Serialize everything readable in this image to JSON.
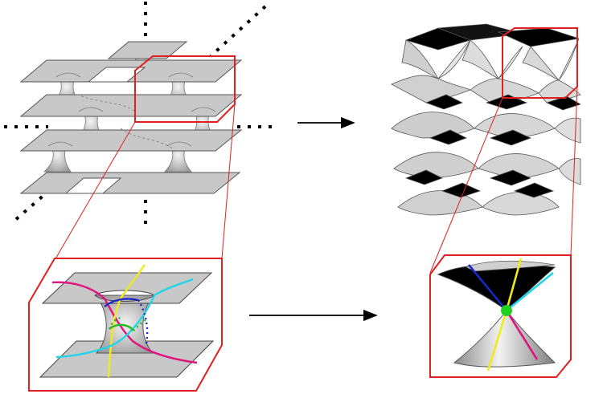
{
  "figure": {
    "panels": [
      "lattice-of-sheets",
      "saddle-cone-lattice",
      "neck-detail",
      "cone-detail"
    ],
    "arrows": [
      "top-arrow",
      "bottom-arrow"
    ]
  },
  "colors": {
    "sheet_fill": "#c8c8c8",
    "sheet_edge": "#555555",
    "highlight_frame": "#e02020",
    "saddle_dark": "#000000",
    "curve_magenta": "#e0127f",
    "curve_yellow": "#f2ea1a",
    "curve_cyan": "#22d4e8",
    "curve_blue": "#1a26c8",
    "curve_green": "#28b828",
    "vertex_dot": "#1ed21e",
    "arrow": "#000000"
  }
}
